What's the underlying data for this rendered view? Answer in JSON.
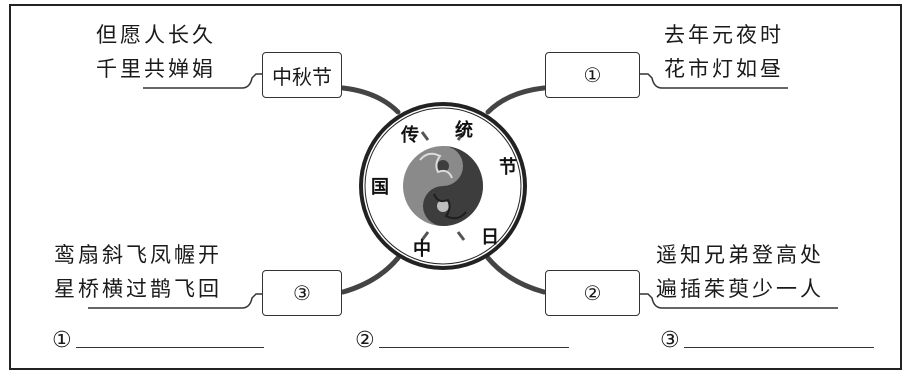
{
  "center": {
    "chars": [
      "中",
      "国",
      "传",
      "统",
      "节",
      "日"
    ]
  },
  "nodes": {
    "top_left": {
      "label": "中秋节",
      "poem": [
        "但愿人长久",
        "千里共婵娟"
      ]
    },
    "top_right": {
      "label": "①",
      "poem": [
        "去年元夜时",
        "花市灯如昼"
      ]
    },
    "bottom_right": {
      "label": "②",
      "poem": [
        "遥知兄弟登高处",
        "遍插茱萸少一人"
      ]
    },
    "bottom_left": {
      "label": "③",
      "poem": [
        "鸾扇斜飞凤幄开",
        "星桥横过鹊飞回"
      ]
    }
  },
  "answers": [
    {
      "marker": "①"
    },
    {
      "marker": "②"
    },
    {
      "marker": "③"
    }
  ],
  "colors": {
    "line": "#333333",
    "branch": "#444444",
    "yinyang": "#555555"
  }
}
